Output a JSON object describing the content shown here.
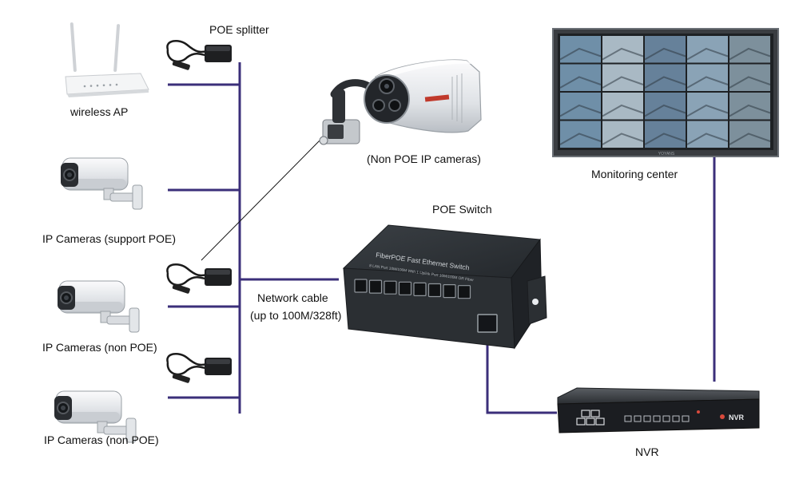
{
  "colors": {
    "cable": "#3b2f7a",
    "device_dark": "#2c2f33",
    "camera_white": "#eef0f2",
    "poe_switch": "#2e3236",
    "background": "#ffffff"
  },
  "labels": {
    "poe_splitter": "POE splitter",
    "wireless_ap": "wireless AP",
    "ip_cameras_support_poe": "IP Cameras (support POE)",
    "ip_cameras_non_poe_1": "IP Cameras (non POE)",
    "ip_cameras_non_poe_2": "IP Cameras (non POE)",
    "non_poe_ip_cameras": "(Non POE IP cameras)",
    "poe_switch": "POE Switch",
    "network_cable_line1": "Network cable",
    "network_cable_line2": "(up to 100M/328ft)",
    "monitoring_center": "Monitoring center",
    "nvr": "NVR"
  },
  "devices": {
    "switch_print_line1": "FiberPOE Fast Ethernet Switch",
    "switch_print_line2": "8 LAN Port 10M/100M With 1 Uplink Port 10M/100M OR Fiber",
    "nvr_brand": "NVR",
    "monitor_brand": "YOYANS"
  },
  "icons": [
    "wireless-ap-icon",
    "poe-splitter-icon",
    "ip-camera-icon",
    "bullet-camera-icon",
    "poe-switch-icon",
    "monitor-wall-icon",
    "nvr-icon"
  ]
}
